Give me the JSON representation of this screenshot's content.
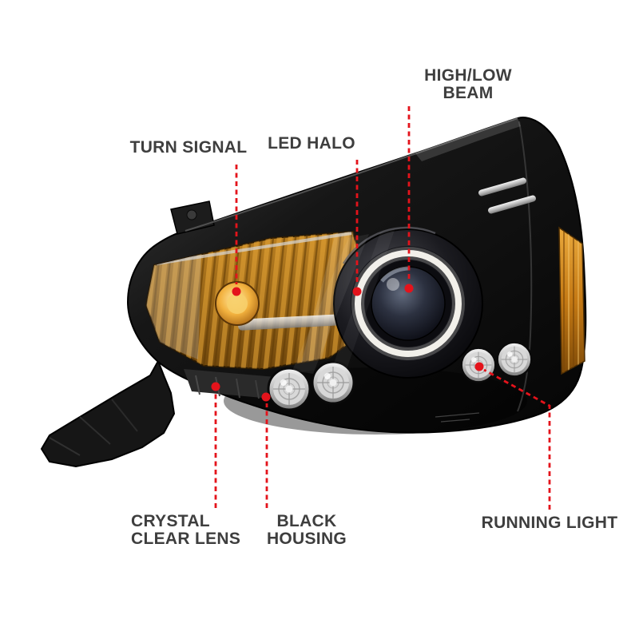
{
  "callouts": {
    "turn_signal": {
      "label": "TURN SIGNAL"
    },
    "led_halo": {
      "label": "LED HALO"
    },
    "high_low_beam": {
      "line1": "HIGH/LOW",
      "line2": "BEAM"
    },
    "crystal_clear_lens": {
      "line1": "CRYSTAL",
      "line2": "CLEAR LENS"
    },
    "black_housing": {
      "line1": "BLACK",
      "line2": "HOUSING"
    },
    "running_light": {
      "label": "RUNNING LIGHT"
    }
  },
  "colors": {
    "callout_red": "#e4131b",
    "label_text": "#3e3e3e",
    "background": "#ffffff",
    "housing_black": "#0a0a0a",
    "halo_white": "#f2f0ea",
    "amber": "#c47914"
  },
  "illustration": {
    "name": "halo-projector-headlight",
    "view": "front-left product view with black housing, LED halo projector, amber turn signal reflector, side marker and clear running lights"
  }
}
